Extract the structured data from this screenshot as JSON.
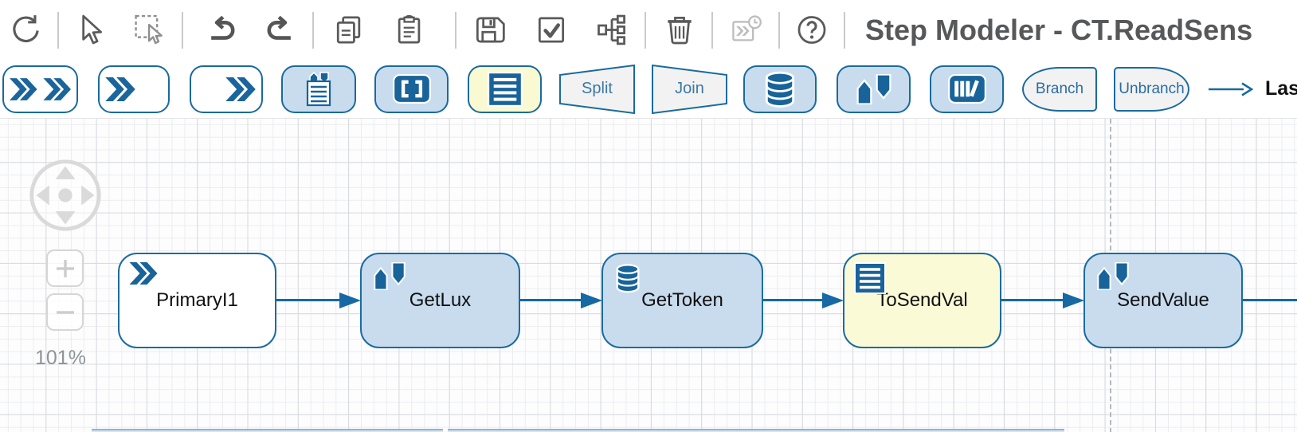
{
  "window": {
    "title": "Step Modeler - CT.ReadSens"
  },
  "toolbar_main": {
    "icons": [
      "refresh-icon",
      "pointer-icon",
      "marquee-select-icon",
      "undo-icon",
      "redo-icon",
      "copy-icon",
      "paste-icon",
      "save-icon",
      "validate-icon",
      "hierarchy-icon",
      "trash-icon",
      "history-disabled-icon",
      "help-icon"
    ]
  },
  "palette": {
    "icons": [
      "multi-chevron-icon",
      "chevron-start-icon",
      "chevron-end-icon",
      "document-arrows-icon",
      "brackets-icon",
      "list-icon",
      "database-icon",
      "arrows-up-down-icon",
      "books-icon",
      "connector-arrow-icon"
    ],
    "split_label": "Split",
    "join_label": "Join",
    "branch_label": "Branch",
    "unbranch_label": "Unbranch",
    "last_label": "Las"
  },
  "canvas": {
    "zoom_level": "101%",
    "nodes": [
      {
        "label": "PrimaryI1",
        "icon": "double-chevron-icon",
        "fill": "#ffffff"
      },
      {
        "label": "GetLux",
        "icon": "arrows-up-down-icon",
        "fill": "#c9dcee"
      },
      {
        "label": "GetToken",
        "icon": "database-icon",
        "fill": "#c9dcee"
      },
      {
        "label": "ToSendVal",
        "icon": "list-icon",
        "fill": "#fafad7"
      },
      {
        "label": "SendValue",
        "icon": "arrows-up-down-icon",
        "fill": "#c9dcee"
      }
    ],
    "connections": [
      {
        "from": "PrimaryI1",
        "to": "GetLux"
      },
      {
        "from": "GetLux",
        "to": "GetToken"
      },
      {
        "from": "GetToken",
        "to": "ToSendVal"
      },
      {
        "from": "ToSendVal",
        "to": "SendValue"
      },
      {
        "from": "SendValue",
        "to": "offscreen-right"
      }
    ]
  },
  "colors": {
    "accent_blue": "#186399",
    "node_border_blue": "#1b6ca0",
    "light_blue_fill": "#c9dcee",
    "yellow_fill": "#fafad7",
    "shape_gray_fill": "#f2f2f2",
    "toolbar_icon_gray": "#5a5a5a",
    "disabled_gray": "#bdbdbd"
  }
}
